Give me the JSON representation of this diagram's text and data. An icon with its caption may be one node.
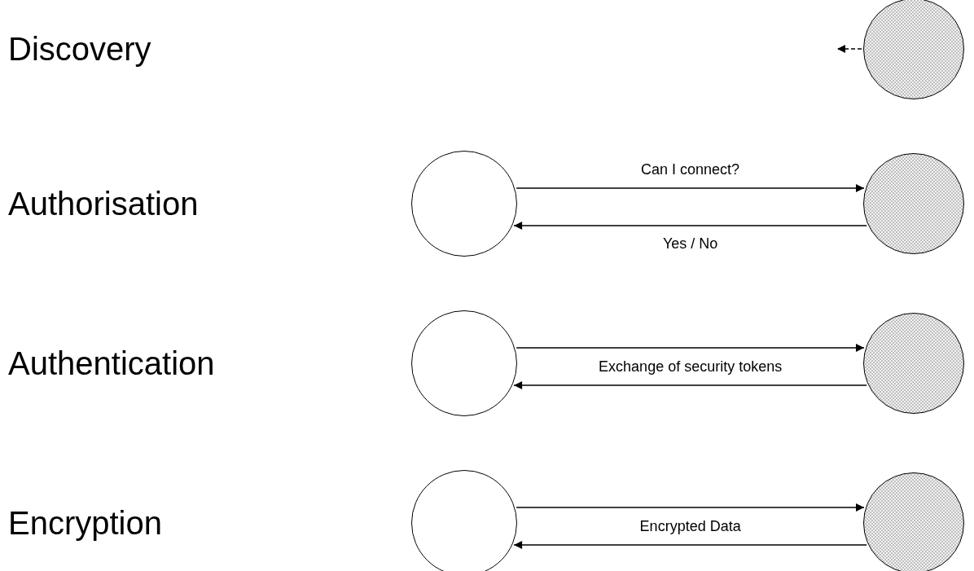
{
  "diagram": {
    "nodes": [
      {
        "text": [],
        "shape": "circle"
      },
      {
        "text": [],
        "shape": "circle"
      },
      {
        "text": [],
        "shape": "circle"
      },
      {
        "text": [],
        "shape": "circle"
      },
      {
        "text": [],
        "shape": "circle"
      },
      {
        "text": [],
        "shape": "circle"
      },
      {
        "text": [],
        "shape": "circle"
      }
    ],
    "edges": [
      {
        "from": 0,
        "to": null,
        "arrow": "to",
        "style": "dashed"
      },
      {
        "from": 1,
        "to": 2,
        "arrow": "to",
        "label": "Can I connect?"
      },
      {
        "from": 2,
        "to": 1,
        "arrow": "to",
        "label": "Yes / No"
      },
      {
        "from": 3,
        "to": 4,
        "arrow": "to"
      },
      {
        "from": 4,
        "to": 3,
        "arrow": "to",
        "label": "Exchange of security tokens"
      },
      {
        "from": 5,
        "to": 6,
        "arrow": "to"
      },
      {
        "from": 6,
        "to": 5,
        "arrow": "to",
        "label": "Encrypted Data"
      }
    ],
    "labels": [
      "Discovery",
      "Authorisation",
      "Authentication",
      "Encryption"
    ]
  }
}
